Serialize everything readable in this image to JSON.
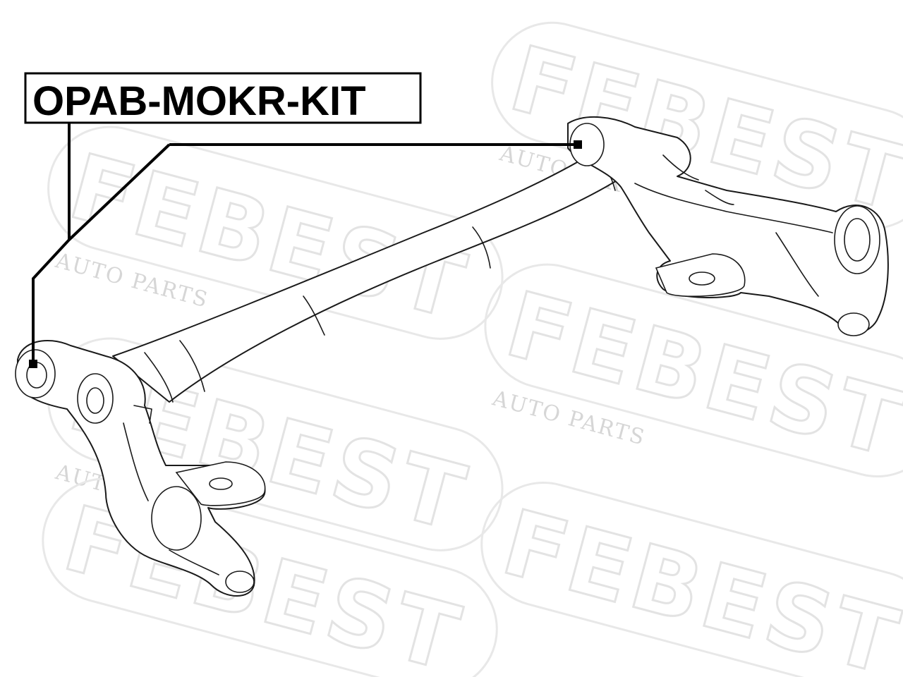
{
  "part_label": "OPAB-MOKR-KIT",
  "watermark": {
    "brand": "FEBEST",
    "tagline": "AUTO PARTS"
  }
}
